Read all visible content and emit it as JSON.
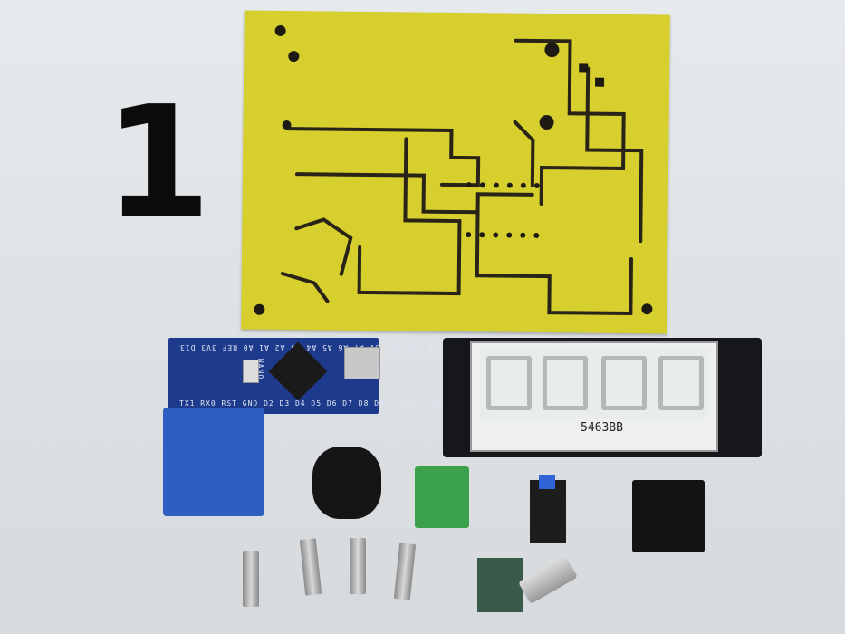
{
  "image": {
    "kind": "photo",
    "subject": "Electronic kit components laid out on a light surface"
  },
  "labels": {
    "big_number": "1",
    "display_label": "5463BB",
    "nano_label": "NANO",
    "nano_top_pins": "VIN GND RST 5V A7 A6 A5 A4 A3 A2 A1 A0 REF 3V3 D13",
    "nano_bottom_pins": "TX1 RX0 RST GND D2 D3 D4 D5 D6 D7 D8 D9 D10 D11 D12"
  },
  "components": [
    {
      "name": "PCB board (yellow, black traces)"
    },
    {
      "name": "Arduino Nano"
    },
    {
      "name": "Blue relay"
    },
    {
      "name": "4-digit 7-segment display module"
    },
    {
      "name": "Buzzer"
    },
    {
      "name": "Green screw terminal"
    },
    {
      "name": "Push button switch"
    },
    {
      "name": "DC power jack"
    },
    {
      "name": "Rotary encoder"
    },
    {
      "name": "Brass/steel spacers x4"
    }
  ],
  "colors": {
    "pcb": "#d7cf2e",
    "nano": "#1e3a8c",
    "relay": "#2e5fc0",
    "terminal": "#3ca14b",
    "background": "#e2e5e8"
  }
}
